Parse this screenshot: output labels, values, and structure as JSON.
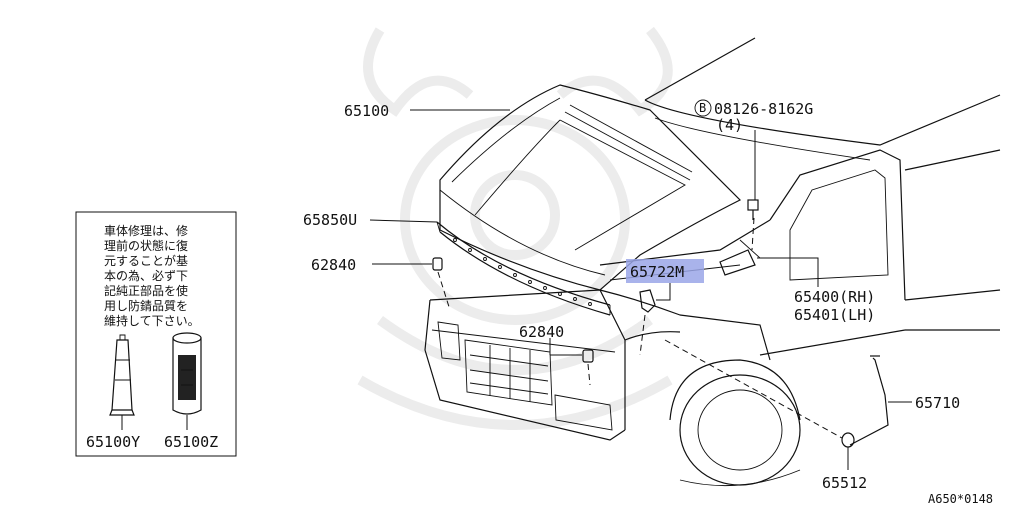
{
  "labels": {
    "hood": "65100",
    "bolt": "08126-8162G",
    "bolt_qty": "(4)",
    "bolt_mark": "B",
    "seal": "65850U",
    "bumper_left": "62840",
    "bumper_center": "62840",
    "lock": "65722M",
    "hinge_rh": "65400(RH)",
    "hinge_lh": "65401(LH)",
    "rod": "65710",
    "clip": "65512",
    "paint_tube": "65100Y",
    "paint_spray": "65100Z",
    "figure_code": "A650*0148"
  },
  "note": {
    "lines": [
      "車体修理は、修",
      "理前の状態に復",
      "元することが基",
      "本の為、必ず下",
      "記純正部品を使",
      "用し防錆品質を",
      "維持して下さい。"
    ]
  },
  "highlight_color": "#9aa6e8"
}
